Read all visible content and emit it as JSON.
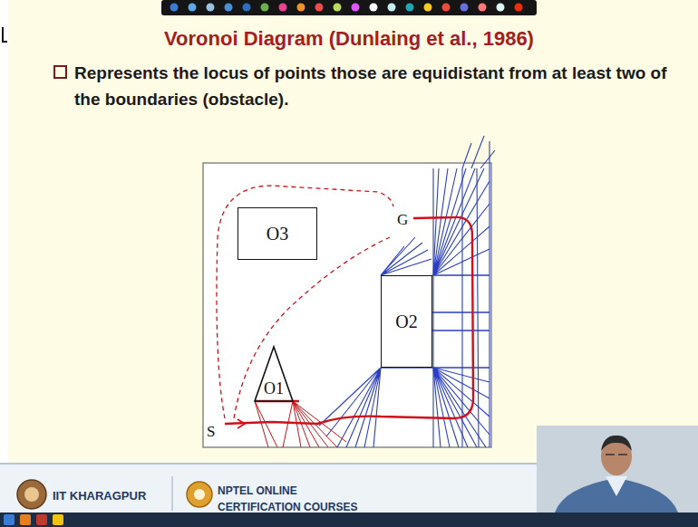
{
  "diagram": {
    "title": "Voronoi Diagram (Dunlaing et al., 1986)",
    "nodes": [
      {
        "text": [
          "O3"
        ]
      },
      {
        "text": [
          "O2"
        ]
      },
      {
        "text": [
          "O1"
        ]
      }
    ],
    "labels": [
      "Represents the locus of points those are equidistant from at least two of the boundaries (obstacle).",
      "S",
      "G",
      "IIT KHARAGPUR",
      "NPTEL ONLINE CERTIFICATION COURSES"
    ]
  }
}
